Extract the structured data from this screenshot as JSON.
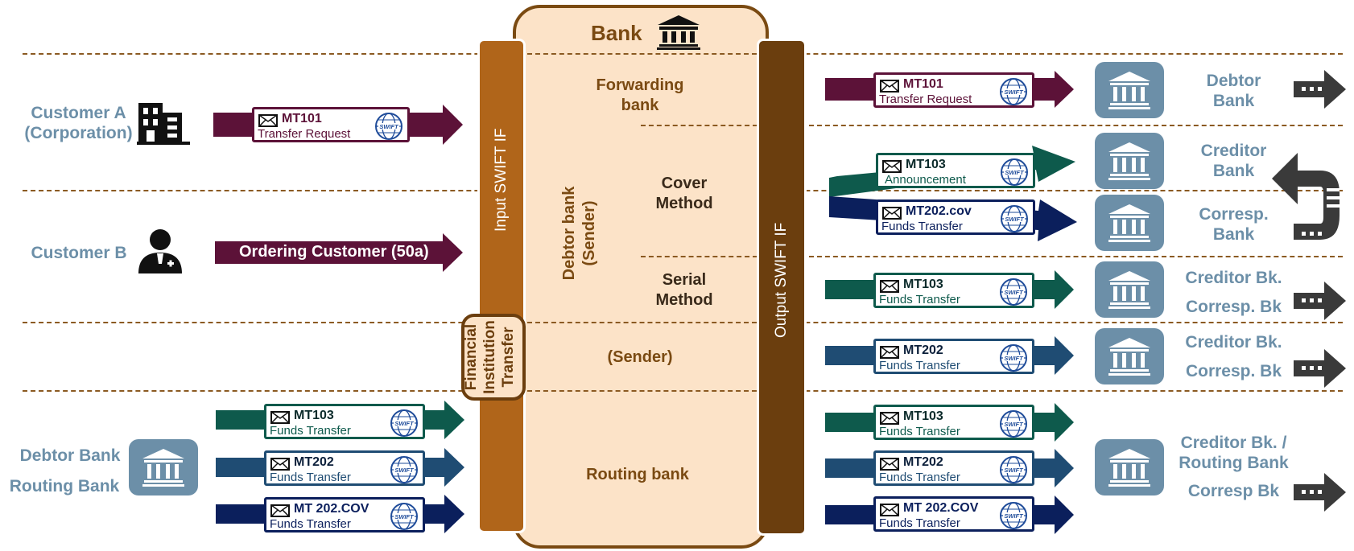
{
  "bank": {
    "title": "Bank"
  },
  "interfaces": {
    "input": "Input SWIFT IF",
    "output": "Output SWIFT IF",
    "fi_transfer": "Financial Institution Transfer",
    "fi_line1": "Financial",
    "fi_line2": "Institution",
    "fi_line3": "Transfer"
  },
  "roles": {
    "forwarding_l1": "Forwarding",
    "forwarding_l2": "bank",
    "debtor_l1": "Debtor bank",
    "debtor_l2": "(Sender)",
    "cover_l1": "Cover",
    "cover_l2": "Method",
    "serial_l1": "Serial",
    "serial_l2": "Method",
    "sender": "(Sender)",
    "routing": "Routing bank"
  },
  "left": {
    "customer_a_l1": "Customer A",
    "customer_a_l2": "(Corporation)",
    "customer_b": "Customer B",
    "debtor_bank": "Debtor Bank",
    "routing_bank": "Routing Bank",
    "ordering_customer": "Ordering Customer (50a)",
    "msg_mt101": {
      "code": "MT101",
      "desc": "Transfer Request"
    },
    "msg_mt103": {
      "code": "MT103",
      "desc": "Funds Transfer"
    },
    "msg_mt202": {
      "code": "MT202",
      "desc": "Funds Transfer"
    },
    "msg_mt202cov": {
      "code": "MT 202.COV",
      "desc": "Funds Transfer"
    }
  },
  "right": {
    "msg_mt101": {
      "code": "MT101",
      "desc": "Transfer Request"
    },
    "msg_mt103_ann": {
      "code": "MT103",
      "desc": "Announcement"
    },
    "msg_mt202cov": {
      "code": "MT202.cov",
      "desc": "Funds Transfer"
    },
    "msg_mt103_serial": {
      "code": "MT103",
      "desc": "Funds Transfer"
    },
    "msg_mt202_sender": {
      "code": "MT202",
      "desc": "Funds Transfer"
    },
    "msg_mt103_routing": {
      "code": "MT103",
      "desc": "Funds Transfer"
    },
    "msg_mt202_routing": {
      "code": "MT202",
      "desc": "Funds Transfer"
    },
    "msg_mt202cov_routing": {
      "code": "MT 202.COV",
      "desc": "Funds Transfer"
    },
    "debtor_l1": "Debtor",
    "debtor_l2": "Bank",
    "creditor_l1": "Creditor",
    "creditor_l2": "Bank",
    "corresp_l1": "Corresp.",
    "corresp_l2": "Bank",
    "serial_l1": "Creditor Bk.",
    "serial_l2": "Corresp. Bk",
    "sender_l1": "Creditor Bk.",
    "sender_l2": "Corresp. Bk",
    "routing_l1": "Creditor Bk. /",
    "routing_l2": "Routing Bank",
    "routing_l3": "Corresp Bk"
  },
  "colors": {
    "mt101": "#5c1238",
    "mt103": "#0e5a4c",
    "mt202": "#1f4c73",
    "mt202cov": "#0b1f5c",
    "bank_fill": "#fce3c8",
    "input_bar": "#b0651a",
    "output_bar": "#6b3e0e",
    "label": "#6c8fa8"
  }
}
